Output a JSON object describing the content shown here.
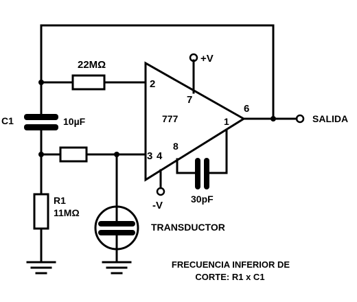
{
  "components": {
    "r_feedback": {
      "value": "22MΩ"
    },
    "c1": {
      "ref": "C1",
      "value": "10µF"
    },
    "r1": {
      "ref": "R1",
      "value": "11MΩ"
    },
    "opamp": {
      "model": "777",
      "pin_inverting": "2",
      "pin_power": "7",
      "pin_output": "6",
      "pin_1": "1",
      "pin_8": "8",
      "pin_noninverting": "3",
      "pin_4": "4"
    },
    "c_comp": {
      "value": "30pF"
    },
    "transducer": {
      "label": "TRANSDUCTOR"
    }
  },
  "power": {
    "positive": "+V",
    "negative": "-V"
  },
  "output": {
    "label": "SALIDA"
  },
  "note": {
    "line1": "FRECUENCIA INFERIOR DE",
    "line2": "CORTE: R1 x C1"
  }
}
